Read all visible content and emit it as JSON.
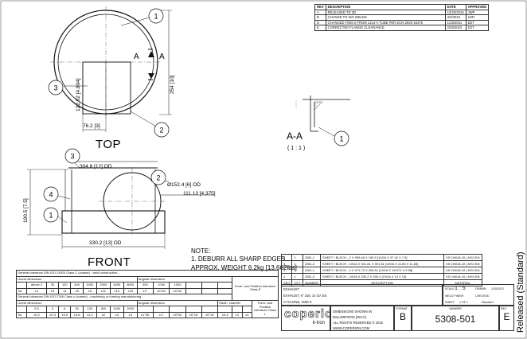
{
  "revisions": {
    "headers": [
      "REV",
      "DESCRIPTION",
      "DATE",
      "APPROVED"
    ],
    "rows": [
      [
        "A",
        "RELEASED TO 3D",
        "12/23/2019",
        "JWP"
      ],
      [
        "B",
        "CHANGE TO ISO WELDS",
        "4/3/2015",
        "LDR"
      ],
      [
        "D",
        "CHANGED ITEM 2 FROM 1214-A TUBE PER ECN-2020-16476",
        "1/18/2021",
        "DZT"
      ],
      [
        "E",
        "CORRECTED FLANGE CLEARANCE",
        "2/25/2022",
        "DZT"
      ]
    ]
  },
  "views": {
    "top": "TOP",
    "front": "FRONT",
    "section": "A-A",
    "section_scale": "( 1 : 1 )",
    "section_marker": "A"
  },
  "dimensions": {
    "top_height": "254 [10]",
    "top_offset": "122.02 [4.804]",
    "top_width": "76.2 [3]",
    "front_top_od": "304.8 [12] OD",
    "front_pipe_od": "Ø152.4 [6] OD",
    "front_pipe_offset": "111.13 [4.375]",
    "front_height": "190.5 [7.5]",
    "front_bottom_od": "330.2 [13] OD"
  },
  "balloons": [
    "1",
    "2",
    "3",
    "4"
  ],
  "notes": {
    "heading": "NOTE:",
    "line1": "1.  DEBURR ALL SHARP EDGES.",
    "line2": "APPROX. WEIGHT 6.2kg [13.662lbs]"
  },
  "bom": {
    "rows": [
      [
        "4",
        "1",
        "2281-1",
        "SHEET / BLECH - 2 X 959.48 X 190.5 [14GA X 37.42 X 7.5]",
        "X5 CrNi18-10 | AISI 304"
      ],
      [
        "3",
        "1",
        "2281-3",
        "SHEET / BLECH - 10GA X 301.81 X 301.81 [10GA X 11.83 X 11.83]",
        "X5 CrNi18-10 | AISI 304"
      ],
      [
        "2",
        "1",
        "2281-1",
        "SHEET / BLECH - 2 X 471.73 X 253.51 [14GA X 18.572 X 9.98]",
        "X5 CrNi18-10 | AISI 304"
      ],
      [
        "1",
        "1",
        "2281-3",
        "SHEET / BLECH - 10GA X 330.2 X 330.2 [10GA X 13 X 13]",
        "X5 CrNi18-10 | AISI 304"
      ]
    ],
    "headers": [
      "SEQ",
      "QTY",
      "NUMBER",
      "DESCRIPTION",
      "MATERIAL"
    ]
  },
  "title_block": {
    "title1": "EXHAUST",
    "title2": "EXHAUST, 6\" 316, 14 GA SS",
    "title3": "CYCLONE, SIZE 5",
    "scale_label": "SCALE",
    "scale": "1 : 5",
    "drawn_label": "DRAWN",
    "drawn": "1/10/2012",
    "checked_label": "CHECKED",
    "weld_label": "WELD FINISH",
    "weld": "Standard",
    "sheet_label": "SHEET",
    "sheet": "1  OF  1",
    "company": "coperion",
    "company_sub": "k-tron",
    "notice1": "DIMENSIONS SHOWN IN MILLIMETERS [INCH]",
    "notice2": "ALL RIGHTS RESERVED © 2022",
    "notice3": "WWW.COPERION.COM",
    "format_label": "FORMAT",
    "format": "B",
    "number_label": "NUMBER",
    "number": "5308-501",
    "rev_label": "REV",
    "rev": "E",
    "status": "Released (Standard)"
  },
  "tolerance": {
    "linear_title": "General tolerance DIN ISO 13920 Class C (coarse)   - weld construction -",
    "linear_hdr": "Linear dimension",
    "angular_hdr": "Angular dimension",
    "form_hdr": "Form- and Position tolerance Class E",
    "linear_ranges": [
      "above 2",
      "30",
      "120",
      "400",
      "1000",
      "2000",
      "4000",
      "8000"
    ],
    "linear_upto": [
      "30",
      "120",
      "400",
      "1000",
      "2000",
      "4000",
      "8000",
      "12000"
    ],
    "linear_tol": [
      "±1",
      "±3",
      "±4",
      "±5",
      "±8",
      "±11",
      "±14",
      "±18"
    ],
    "angular_ranges": [
      "400",
      "1000",
      "1000"
    ],
    "angular_tol": [
      "±1°",
      "±0°45'",
      "±0°30'"
    ],
    "machining_title": "General tolerance DIN ISO 2768 Class c (coarse)   - machining or forming manufacturing -",
    "m_linear_ranges": [
      "0.5",
      "3",
      "6",
      "30",
      "120",
      "400",
      "1000",
      "2000"
    ],
    "m_linear_tol": [
      "±0.2",
      "±0.3",
      "±0.5",
      "±0.8",
      "±1.2",
      "±2",
      "±3",
      "±4"
    ],
    "m_angular_tol": [
      "±1°30'",
      "±1°",
      "±0°30'",
      "±0°15'",
      "±0°10'"
    ],
    "radii_hdr": "Radii / chamfer",
    "radii_tol": [
      "±0.4",
      "±1",
      "±2"
    ],
    "tol_label": "Tol.",
    "form_hdr2": "Form- and Position tolerance Class L"
  }
}
